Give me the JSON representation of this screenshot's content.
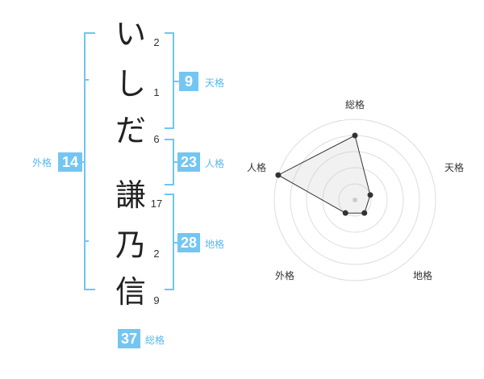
{
  "name_chars": [
    {
      "char": "い",
      "strokes": "2"
    },
    {
      "char": "し",
      "strokes": "1"
    },
    {
      "char": "だ",
      "strokes": "6"
    },
    {
      "char": "謙",
      "strokes": "17"
    },
    {
      "char": "乃",
      "strokes": "2"
    },
    {
      "char": "信",
      "strokes": "9"
    }
  ],
  "fortune": {
    "tenkaku": {
      "value": "9",
      "label": "天格"
    },
    "jinkaku": {
      "value": "23",
      "label": "人格"
    },
    "chikaku": {
      "value": "28",
      "label": "地格"
    },
    "gaikaku": {
      "value": "14",
      "label": "外格"
    },
    "soukaku": {
      "value": "37",
      "label": "総格"
    }
  },
  "colors": {
    "accent": "#74c6f2",
    "bracket": "#6ec6f5",
    "text": "#222222"
  },
  "chart_data": {
    "type": "radar",
    "axes": [
      "総格",
      "天格",
      "地格",
      "外格",
      "人格"
    ],
    "values": [
      4,
      1,
      1,
      1,
      5
    ],
    "range": [
      0,
      5
    ],
    "rings": 5
  }
}
